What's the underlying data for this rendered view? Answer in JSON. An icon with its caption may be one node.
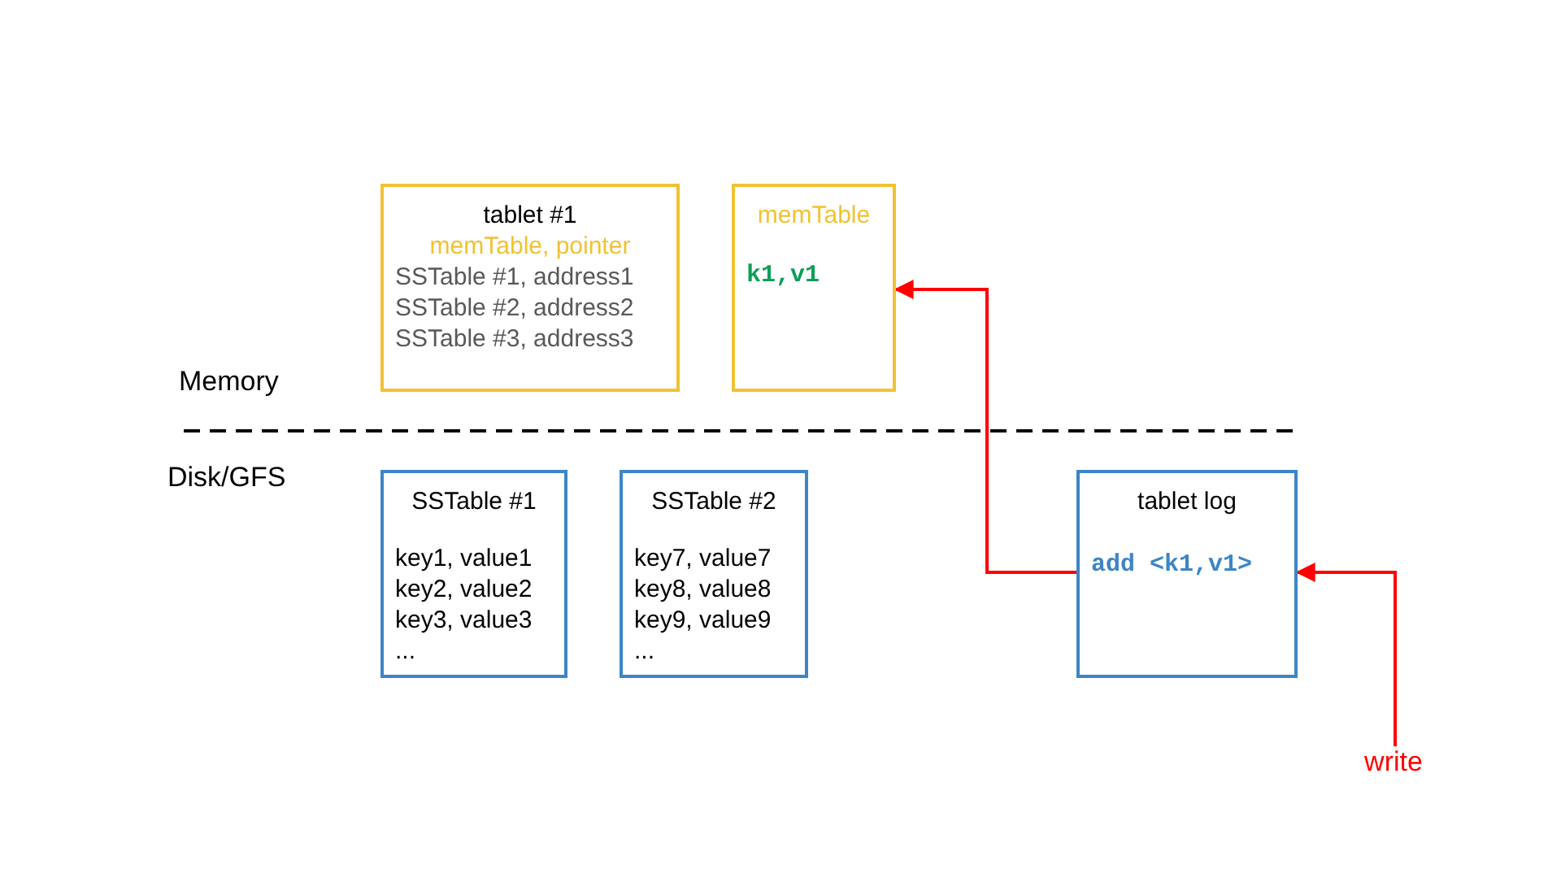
{
  "diagram": {
    "nodes": [
      {
        "text": [
          "tablet #1",
          "memTable, pointer",
          "SSTable #1, address1",
          "SSTable #2, address2",
          "SSTable #3, address3"
        ]
      },
      {
        "text": [
          "memTable",
          "k1,v1"
        ]
      },
      {
        "text": [
          "SSTable #1",
          "key1, value1",
          "key2, value2",
          "key3, value3",
          "..."
        ]
      },
      {
        "text": [
          "SSTable #2",
          "key7, value7",
          "key8, value8",
          "key9, value9",
          "..."
        ]
      },
      {
        "text": [
          "tablet log",
          "add <k1,v1>"
        ]
      },
      {
        "text": [
          "write"
        ]
      }
    ],
    "edges": [
      {
        "from": 4,
        "to": 1,
        "arrow": "to"
      },
      {
        "from": 5,
        "to": 4,
        "arrow": "to"
      }
    ],
    "labels": [
      "Memory",
      "Disk/GFS"
    ]
  }
}
